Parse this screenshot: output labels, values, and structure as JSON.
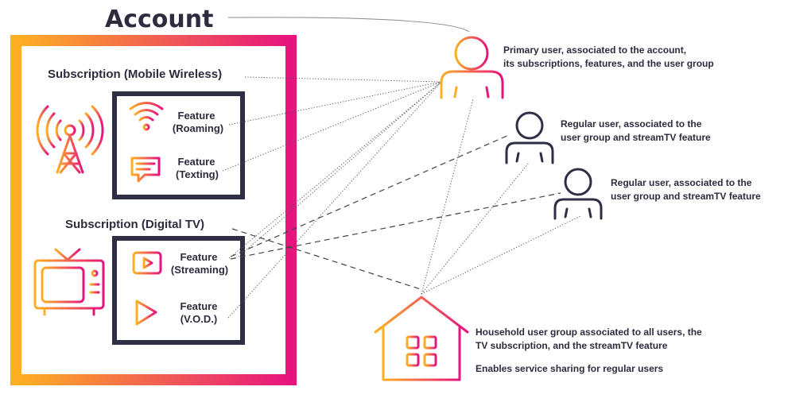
{
  "account": {
    "title": "Account"
  },
  "subscriptions": [
    {
      "label": "Subscription (Mobile Wireless)",
      "features": [
        {
          "line1": "Feature",
          "line2": "(Roaming)",
          "icon": "wifi-icon"
        },
        {
          "line1": "Feature",
          "line2": "(Texting)",
          "icon": "message-icon"
        }
      ],
      "icon": "antenna-icon"
    },
    {
      "label": "Subscription (Digital TV)",
      "features": [
        {
          "line1": "Feature",
          "line2": "(Streaming)",
          "icon": "play-button-icon"
        },
        {
          "line1": "Feature",
          "line2": "(V.O.D.)",
          "icon": "play-icon"
        }
      ],
      "icon": "tv-icon"
    }
  ],
  "users": {
    "primary": {
      "line1": "Primary user, associated to the account,",
      "line2": "its subscriptions, features, and the user group"
    },
    "regular1": {
      "line1": "Regular user, associated to the",
      "line2": "user group and streamTV feature"
    },
    "regular2": {
      "line1": "Regular user, associated to the",
      "line2": "user group and streamTV feature"
    }
  },
  "household": {
    "line1": "Household user group associated to all users, the",
    "line2": "TV subscription, and the streamTV feature",
    "line3": "Enables service sharing for regular users"
  },
  "colors": {
    "gradient_start": "#FDB022",
    "gradient_end": "#E6147E",
    "dark": "#2E2E44"
  }
}
